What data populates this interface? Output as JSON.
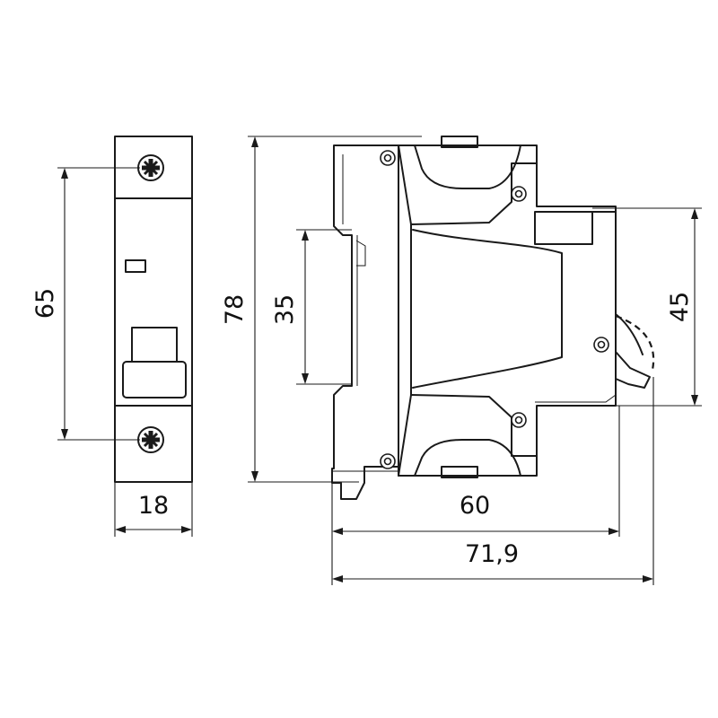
{
  "colors": {
    "line": "#1a1a1a",
    "background": "#ffffff"
  },
  "dimensions": {
    "front_height": "65",
    "front_width": "18",
    "side_height": "78",
    "din_rail": "35",
    "handle_height": "45",
    "depth_body": "60",
    "depth_total": "71,9"
  }
}
